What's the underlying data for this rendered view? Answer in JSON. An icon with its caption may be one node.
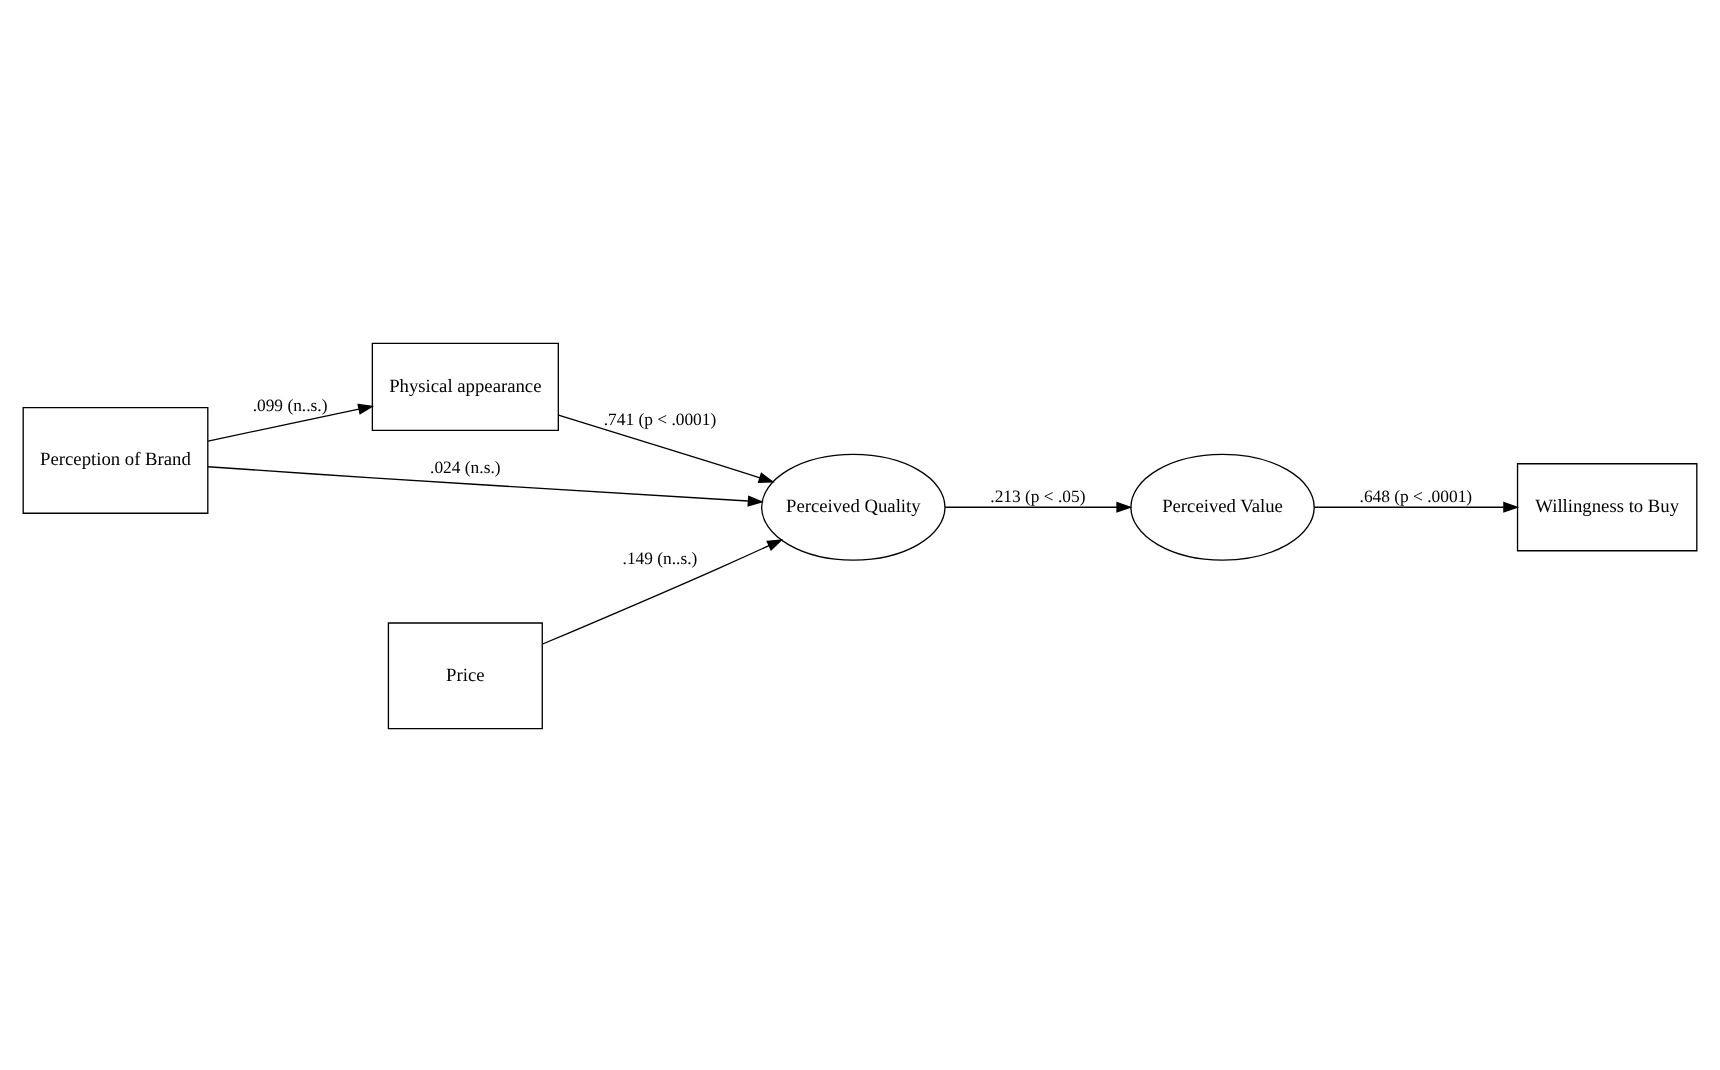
{
  "diagram": {
    "nodes": [
      {
        "text": [
          "Physical appearance"
        ]
      },
      {
        "text": [
          "Perception of Brand"
        ]
      },
      {
        "text": [
          "Price"
        ]
      },
      {
        "text": [
          "Perceived Quality"
        ]
      },
      {
        "text": [
          "Perceived Value"
        ]
      },
      {
        "text": [
          "Willingness to Buy"
        ]
      }
    ],
    "edges": [
      {
        "from": 1,
        "to": 0,
        "arrow": "to",
        "label": ".099 (n..s.)"
      },
      {
        "from": 0,
        "to": 3,
        "arrow": "to",
        "label": ".741 (p < .0001)"
      },
      {
        "from": 1,
        "to": 3,
        "arrow": "to",
        "label": ".024 (n.s.)"
      },
      {
        "from": 2,
        "to": 3,
        "arrow": "to",
        "label": ".149 (n..s.)"
      },
      {
        "from": 3,
        "to": 4,
        "arrow": "to",
        "label": ".213 (p < .05)"
      },
      {
        "from": 4,
        "to": 5,
        "arrow": "to",
        "label": ".648 (p < .0001)"
      }
    ]
  }
}
